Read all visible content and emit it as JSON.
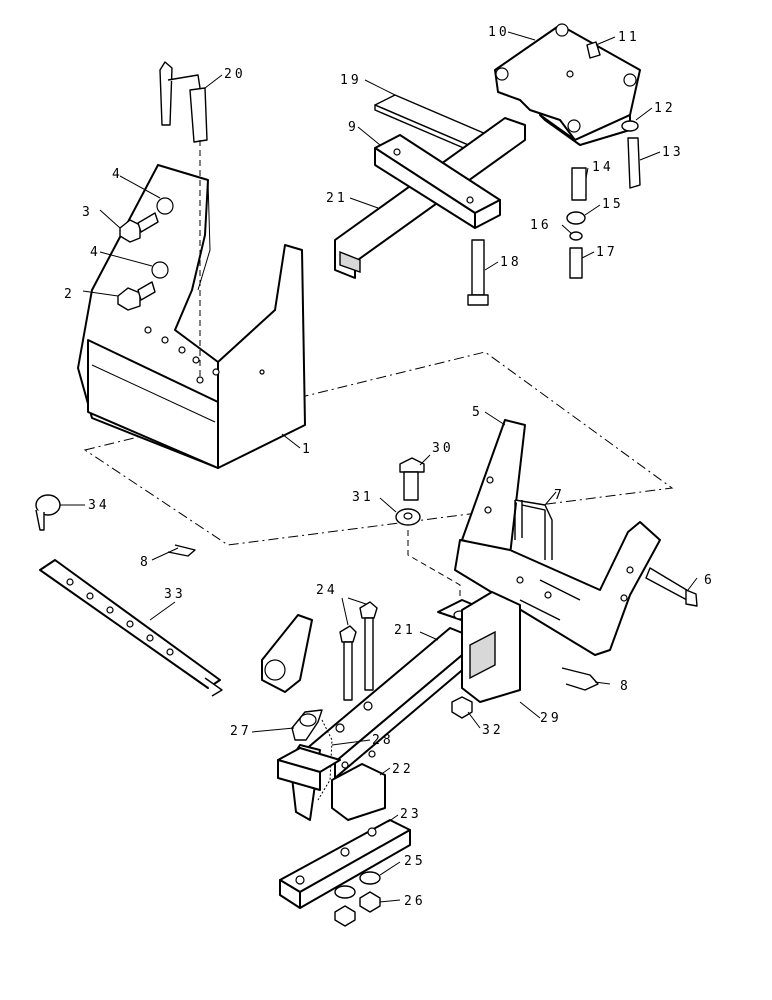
{
  "labels": {
    "p1": "1",
    "p2": "2",
    "p3": "3",
    "p4a": "4",
    "p4b": "4",
    "p5": "5",
    "p6": "6",
    "p7": "7",
    "p8a": "8",
    "p8b": "8",
    "p9": "9",
    "p10": "10",
    "p11": "11",
    "p12": "12",
    "p13": "13",
    "p14": "14",
    "p15": "15",
    "p16": "16",
    "p17": "17",
    "p18": "18",
    "p19": "19",
    "p20": "20",
    "p21a": "21",
    "p21b": "21",
    "p22": "22",
    "p23": "23",
    "p24": "24",
    "p25": "25",
    "p26": "26",
    "p27": "27",
    "p28": "28",
    "p29": "29",
    "p30": "30",
    "p31": "31",
    "p32": "32",
    "p33": "33",
    "p34": "34"
  },
  "colors": {
    "line": "#000000",
    "background": "#ffffff",
    "shade": "#d8d8d8"
  }
}
